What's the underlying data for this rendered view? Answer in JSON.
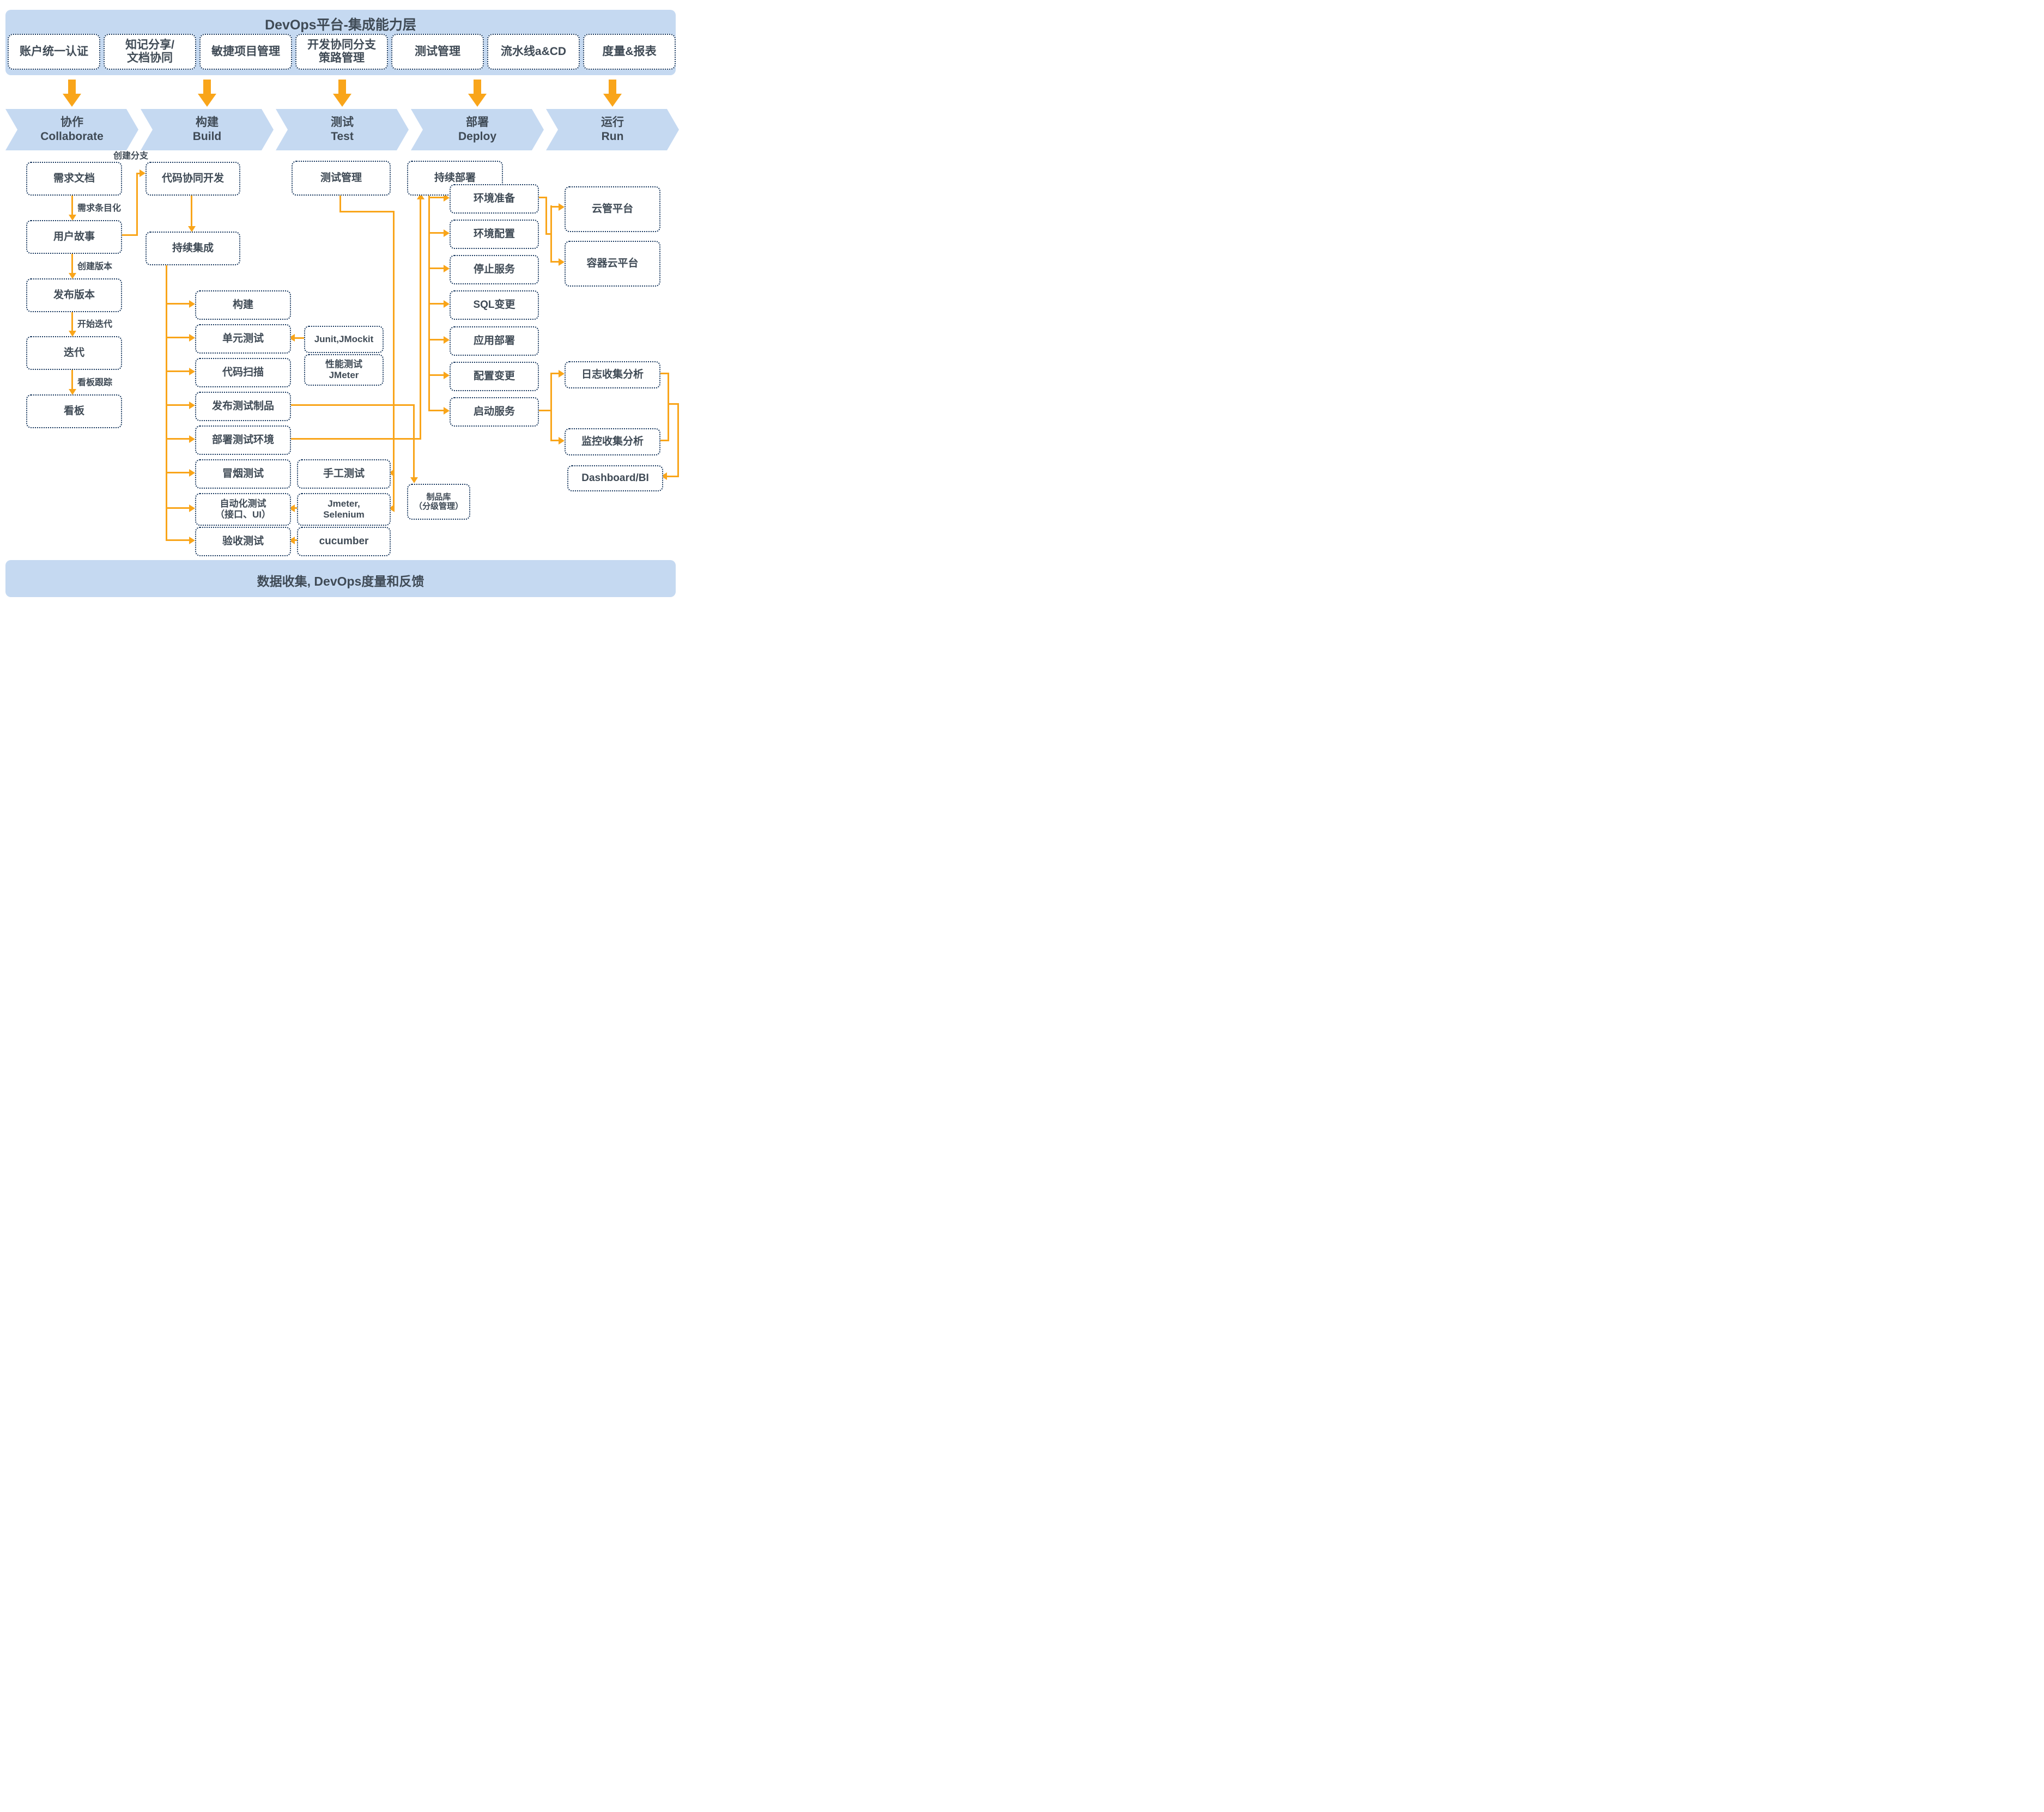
{
  "colors": {
    "banner_blue": "#c5d9f1",
    "border_navy": "#17375e",
    "arrow_orange": "#f9a51a",
    "text_dark": "#3f4a55"
  },
  "header": {
    "title": "DevOps平台-集成能力层",
    "modules": [
      {
        "l1": "账户统一认证",
        "l2": ""
      },
      {
        "l1": "知记分享/",
        "l2": "文档协同"
      },
      {
        "l1": "敏捷项目管理",
        "l2": ""
      },
      {
        "l1": "开发协同分支",
        "l2": "策路管理"
      },
      {
        "l1": "测试管理",
        "l2": ""
      },
      {
        "l1": "流水线a&CD",
        "l2": ""
      },
      {
        "l1": "度量&报表",
        "l2": ""
      }
    ]
  },
  "stages": [
    {
      "zh": "协作",
      "en": "Collaborate"
    },
    {
      "zh": "构建",
      "en": "Build"
    },
    {
      "zh": "测试",
      "en": "Test"
    },
    {
      "zh": "部署",
      "en": "Deploy"
    },
    {
      "zh": "运行",
      "en": "Run"
    }
  ],
  "collab": {
    "doc": "需求文档",
    "story": "用户故事",
    "release": "发布版本",
    "iteration": "迭代",
    "board": "看板",
    "edge_doc_story": "需求条目化",
    "edge_story_release": "创建版本",
    "edge_release_iter": "开始迭代",
    "edge_iter_board": "看板跟踪",
    "branch_label": "创建分支"
  },
  "build": {
    "codev": "代码协同开发",
    "ci": "持续集成",
    "steps": [
      {
        "l1": "构建",
        "l2": ""
      },
      {
        "l1": "单元测试",
        "l2": ""
      },
      {
        "l1": "代码扫描",
        "l2": ""
      },
      {
        "l1": "发布测试制品",
        "l2": ""
      },
      {
        "l1": "部署测试环境",
        "l2": ""
      },
      {
        "l1": "冒烟测试",
        "l2": ""
      },
      {
        "l1": "自动化测试",
        "l2": "（接口、UI）"
      },
      {
        "l1": "验收测试",
        "l2": ""
      }
    ]
  },
  "test": {
    "mgmt": "测试管理",
    "junit": "Junit,JMockit",
    "perf": {
      "l1": "性能测试",
      "l2": "JMeter"
    },
    "manual": "手工测试",
    "jsel": {
      "l1": "Jmeter,",
      "l2": "Selenium"
    },
    "cucumber": "cucumber"
  },
  "deploy": {
    "cd": "持续部署",
    "steps": [
      "环境准备",
      "环境配置",
      "停止服务",
      "SQL变更",
      "应用部署",
      "配置变更",
      "启动服务"
    ],
    "repo": {
      "l1": "制品库",
      "l2": "（分级管理）"
    }
  },
  "run": {
    "cloud": "云管平台",
    "container": "容器云平台",
    "logs": "日志收集分析",
    "monitor": "监控收集分析",
    "dashboard": "Dashboard/BI"
  },
  "footer": {
    "text": "数据收集, DevOps度量和反馈"
  }
}
